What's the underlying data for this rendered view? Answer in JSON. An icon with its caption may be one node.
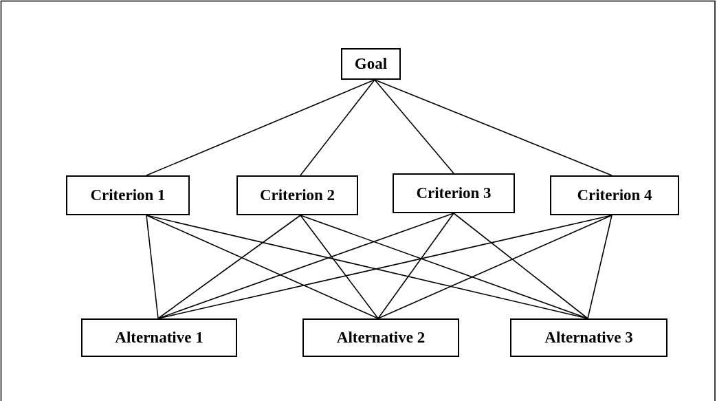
{
  "diagram": {
    "nodes": [
      {
        "text": [
          "Goal"
        ]
      },
      {
        "text": [
          "Criterion 1"
        ]
      },
      {
        "text": [
          "Criterion 2"
        ]
      },
      {
        "text": [
          "Criterion 3"
        ]
      },
      {
        "text": [
          "Criterion 4"
        ]
      },
      {
        "text": [
          "Alternative 1"
        ]
      },
      {
        "text": [
          "Alternative 2"
        ]
      },
      {
        "text": [
          "Alternative 3"
        ]
      }
    ],
    "edges": [
      {
        "from": 0,
        "to": 1,
        "arrow": "none"
      },
      {
        "from": 0,
        "to": 2,
        "arrow": "none"
      },
      {
        "from": 0,
        "to": 3,
        "arrow": "none"
      },
      {
        "from": 0,
        "to": 4,
        "arrow": "none"
      },
      {
        "from": 1,
        "to": 5,
        "arrow": "none"
      },
      {
        "from": 1,
        "to": 6,
        "arrow": "none"
      },
      {
        "from": 1,
        "to": 7,
        "arrow": "none"
      },
      {
        "from": 2,
        "to": 5,
        "arrow": "none"
      },
      {
        "from": 2,
        "to": 6,
        "arrow": "none"
      },
      {
        "from": 2,
        "to": 7,
        "arrow": "none"
      },
      {
        "from": 3,
        "to": 5,
        "arrow": "none"
      },
      {
        "from": 3,
        "to": 6,
        "arrow": "none"
      },
      {
        "from": 3,
        "to": 7,
        "arrow": "none"
      },
      {
        "from": 4,
        "to": 5,
        "arrow": "none"
      },
      {
        "from": 4,
        "to": 6,
        "arrow": "none"
      },
      {
        "from": 4,
        "to": 7,
        "arrow": "none"
      }
    ]
  }
}
